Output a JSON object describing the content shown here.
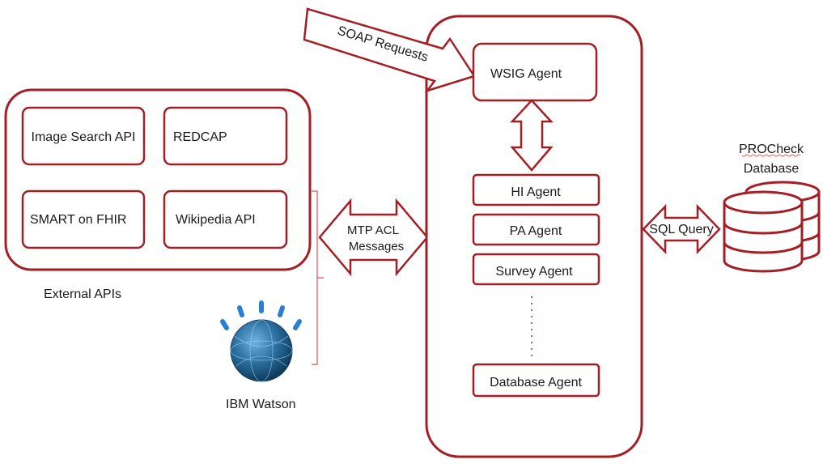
{
  "external_apis": {
    "group_label": "External APIs",
    "boxes": {
      "image_search": "Image Search API",
      "redcap": "REDCAP",
      "smart_on_fhir": "SMART on FHIR",
      "wikipedia": "Wikipedia API"
    }
  },
  "watson": {
    "label": "IBM Watson"
  },
  "arrows": {
    "soap": "SOAP Requests",
    "mtp_line1": "MTP ACL",
    "mtp_line2": "Messages",
    "sql": "SQL Query"
  },
  "agents": {
    "wsig": "WSIG Agent",
    "hi": "HI Agent",
    "pa": "PA Agent",
    "survey": "Survey Agent",
    "database": "Database Agent"
  },
  "database": {
    "line1": "PROCheck",
    "line2": "Database"
  },
  "colors": {
    "stroke": "#a31f24",
    "watson_globe": "#1f5f8f",
    "watson_rays": "#2a7fd4"
  }
}
